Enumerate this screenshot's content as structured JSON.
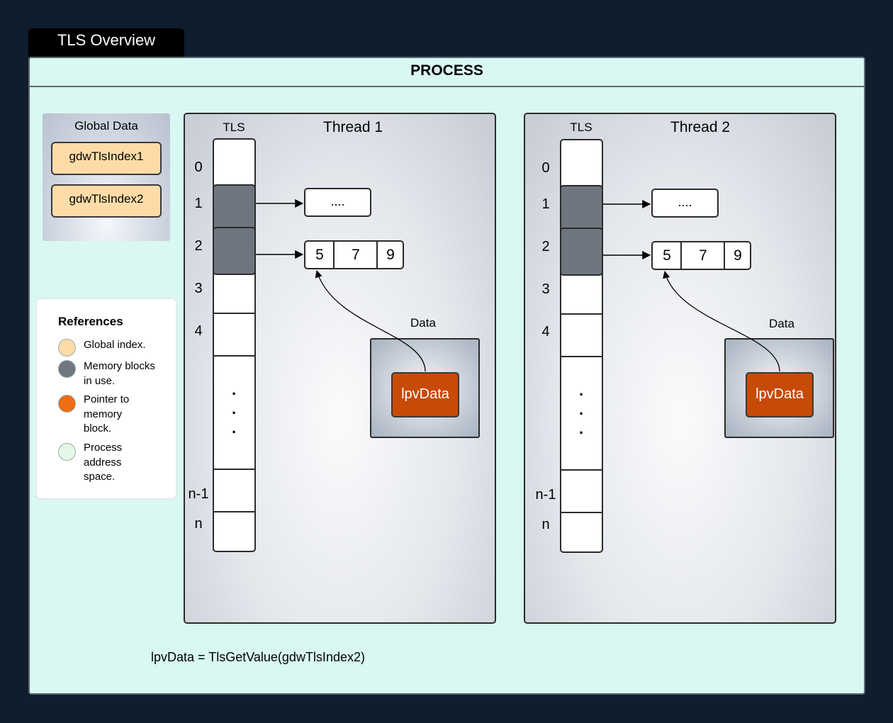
{
  "tab_title": "TLS Overview",
  "process": {
    "title": "PROCESS"
  },
  "global_data": {
    "title": "Global Data",
    "indexes": [
      "gdwTlsIndex1",
      "gdwTlsIndex2"
    ]
  },
  "references": {
    "title": "References",
    "items": [
      {
        "color": "#ffdca7",
        "label": "Global index."
      },
      {
        "color": "#6f7680",
        "label": "Memory blocks in use."
      },
      {
        "color": "#f06d12",
        "label": "Pointer to memory block."
      },
      {
        "color": "#e3f8e6",
        "label": "Process address space."
      }
    ]
  },
  "threads": [
    {
      "title": "Thread 1",
      "tls_label": "TLS",
      "rows": [
        "0",
        "1",
        "2",
        "3",
        "4",
        "n-1",
        "n"
      ],
      "block_ellipsis": "....",
      "block_values": [
        "5",
        "7",
        "9"
      ],
      "data_label": "Data",
      "pointer_label": "lpvData"
    },
    {
      "title": "Thread 2",
      "tls_label": "TLS",
      "rows": [
        "0",
        "1",
        "2",
        "3",
        "4",
        "n-1",
        "n"
      ],
      "block_ellipsis": "....",
      "block_values": [
        "5",
        "7",
        "9"
      ],
      "data_label": "Data",
      "pointer_label": "lpvData"
    }
  ],
  "formula": "lpvData = TlsGetValue(gdwTlsIndex2)",
  "colors": {
    "background": "#0f1d2c",
    "process": "#d8f8f1",
    "global_index": "#ffdca7",
    "block_in_use": "#6f7680",
    "pointer": "#c74a07"
  }
}
